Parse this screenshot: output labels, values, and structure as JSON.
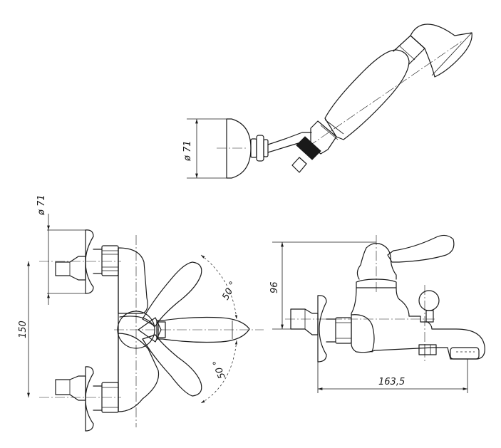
{
  "dimensions": {
    "shower_diameter": "ø 71",
    "rosette_diameter": "ø 71",
    "height_150": "150",
    "angle_upper": "50 °",
    "angle_lower": "50 °",
    "height_96": "96",
    "length_163": "163,5"
  },
  "colors": {
    "line": "#1a1a1a",
    "background": "#ffffff"
  }
}
